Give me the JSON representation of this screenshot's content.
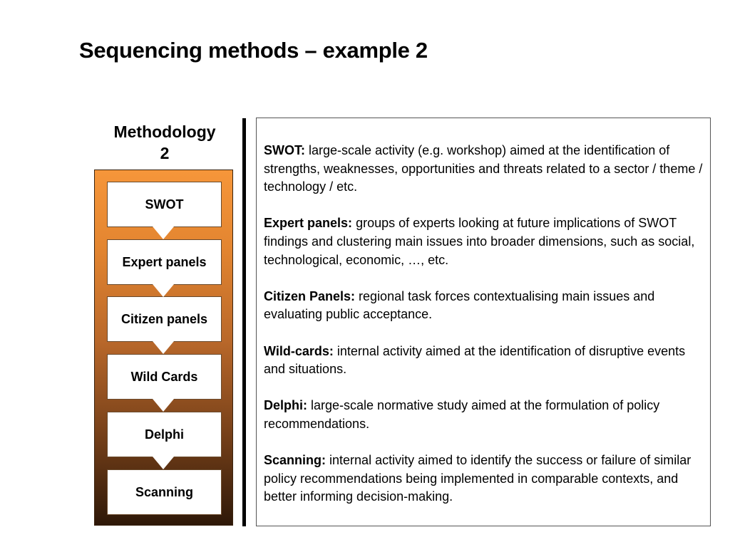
{
  "slide": {
    "title": "Sequencing methods – example 2",
    "methodology_label_line1": "Methodology",
    "methodology_label_line2": "2"
  },
  "flow": {
    "steps": [
      {
        "label": "SWOT"
      },
      {
        "label": "Expert panels"
      },
      {
        "label": "Citizen panels"
      },
      {
        "label": "Wild Cards"
      },
      {
        "label": "Delphi"
      },
      {
        "label": "Scanning"
      }
    ]
  },
  "descriptions": [
    {
      "term": "SWOT:",
      "text": "large-scale activity (e.g. workshop) aimed at the identification of strengths, weaknesses, opportunities and threats related to a sector / theme / technology / etc."
    },
    {
      "term": "Expert panels:",
      "text": "groups of experts looking at future implications of SWOT findings and clustering main issues into broader dimensions, such as social, technological, economic, …, etc."
    },
    {
      "term": "Citizen Panels:",
      "text": "regional task forces contextualising main issues and evaluating public acceptance."
    },
    {
      "term": "Wild-cards:",
      "text": "internal activity aimed at the identification of disruptive events and situations."
    },
    {
      "term": "Delphi:",
      "text": "large-scale normative study aimed at the formulation of policy recommendations."
    },
    {
      "term": "Scanning:",
      "text": "internal activity aimed to identify the success or failure of similar policy recommendations being implemented in comparable contexts, and better informing decision-making."
    }
  ],
  "colors": {
    "panel_top": "#f6963a",
    "panel_bottom": "#2e1808"
  }
}
